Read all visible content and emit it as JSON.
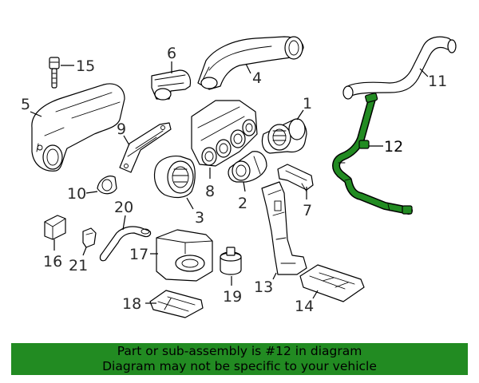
{
  "diagram": {
    "highlight_color": "#228b22",
    "callouts": {
      "c1": "1",
      "c2": "2",
      "c3": "3",
      "c4": "4",
      "c5": "5",
      "c6": "6",
      "c7": "7",
      "c8": "8",
      "c9": "9",
      "c10": "10",
      "c11": "11",
      "c12": "12",
      "c13": "13",
      "c14": "14",
      "c15": "15",
      "c16": "16",
      "c17": "17",
      "c18": "18",
      "c19": "19",
      "c20": "20",
      "c21": "21"
    }
  },
  "banner": {
    "line1": "Part or sub-assembly is #12 in diagram",
    "line2": "Diagram may not be specific to your vehicle",
    "background": "#228b22"
  }
}
